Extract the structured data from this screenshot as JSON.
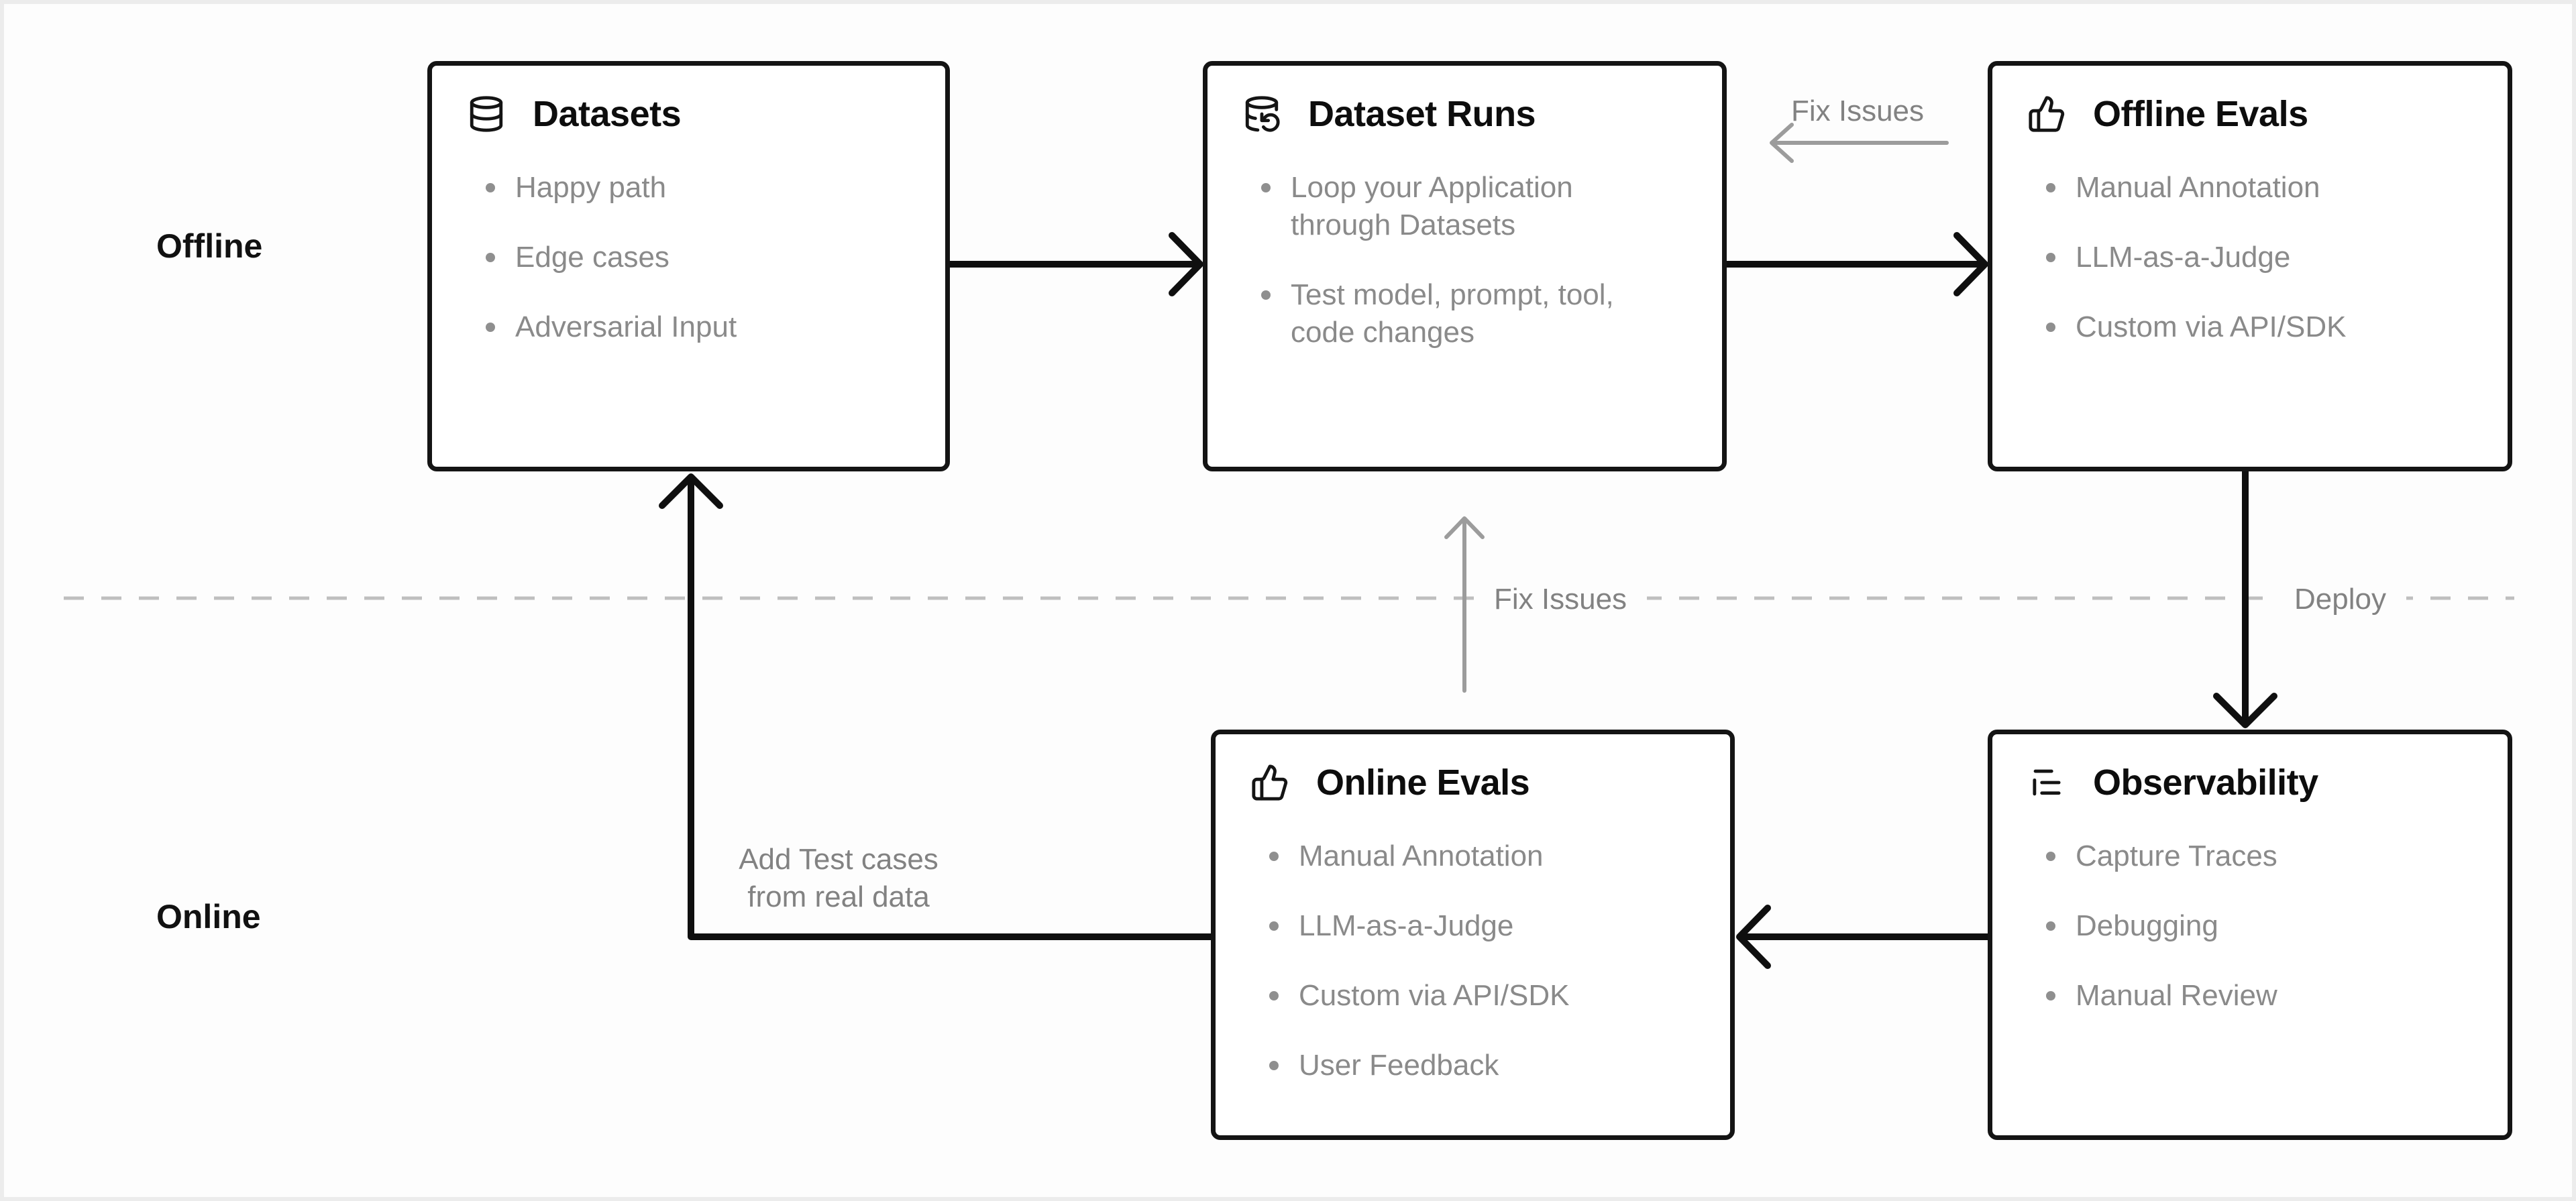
{
  "page": {
    "background": "#fdfdfd",
    "frame_border": "#ececec"
  },
  "colors": {
    "box_border": "#141414",
    "title_text": "#0d0d0d",
    "muted_text": "#8a8a8a",
    "black_arrow": "#0f0f0f",
    "grey_arrow": "#9c9c9c",
    "dashed_divider": "#bfbfbf"
  },
  "sections": {
    "offline": {
      "label": "Offline"
    },
    "online": {
      "label": "Online"
    }
  },
  "boxes": [
    {
      "id": "datasets",
      "icon": "database-icon",
      "title": "Datasets",
      "items": [
        "Happy path",
        "Edge cases",
        "Adversarial Input"
      ]
    },
    {
      "id": "dataset-runs",
      "icon": "database-refresh-icon",
      "title": "Dataset Runs",
      "items": [
        "Loop your Application through Datasets",
        "Test model, prompt, tool, code changes"
      ]
    },
    {
      "id": "offline-evals",
      "icon": "thumbs-up-icon",
      "title": "Offline Evals",
      "items": [
        "Manual Annotation",
        "LLM-as-a-Judge",
        "Custom via API/SDK"
      ]
    },
    {
      "id": "online-evals",
      "icon": "thumbs-up-icon",
      "title": "Online Evals",
      "items": [
        "Manual Annotation",
        "LLM-as-a-Judge",
        "Custom via API/SDK",
        "User Feedback"
      ]
    },
    {
      "id": "observability",
      "icon": "trace-list-icon",
      "title": "Observability",
      "items": [
        "Capture Traces",
        "Debugging",
        "Manual Review"
      ]
    }
  ],
  "edge_labels": {
    "fix_issues_top": "Fix Issues",
    "fix_issues_mid": "Fix Issues",
    "deploy": "Deploy",
    "add_test_cases_line1": "Add Test cases",
    "add_test_cases_line2": "from real data"
  }
}
